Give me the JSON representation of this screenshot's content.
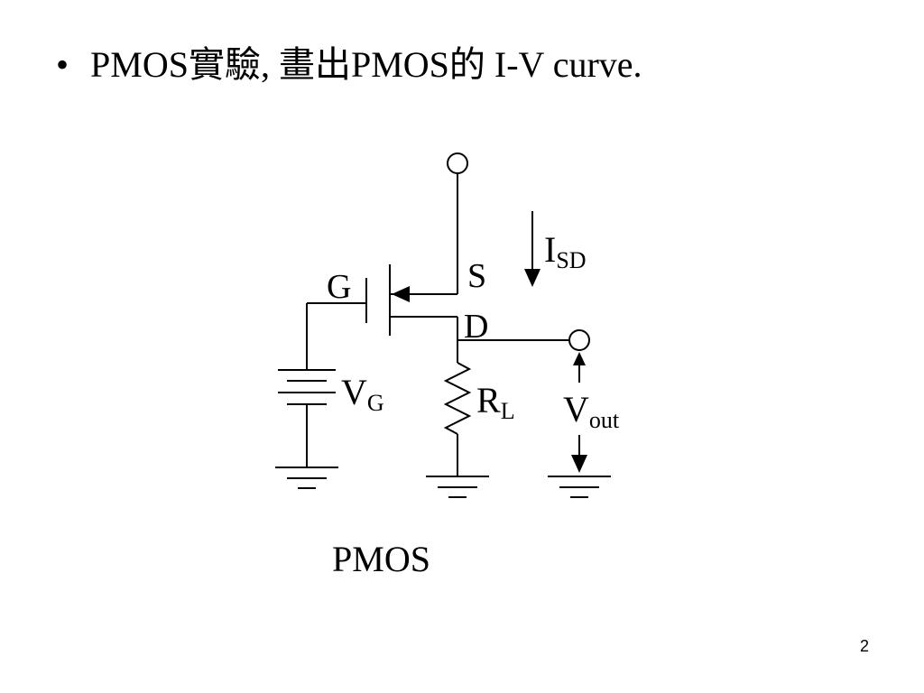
{
  "bullet": {
    "symbol": "•",
    "text": "PMOS實驗, 畫出PMOS的 I-V curve."
  },
  "circuit": {
    "gate_label": "G",
    "source_label": "S",
    "drain_label": "D",
    "current_label": {
      "main": "I",
      "sub": "SD"
    },
    "gate_voltage_label": {
      "main": "V",
      "sub": "G"
    },
    "load_resistor_label": {
      "main": "R",
      "sub": "L"
    },
    "output_label": {
      "main": "V",
      "sub": "out"
    },
    "caption": "PMOS"
  },
  "page_number": "2"
}
